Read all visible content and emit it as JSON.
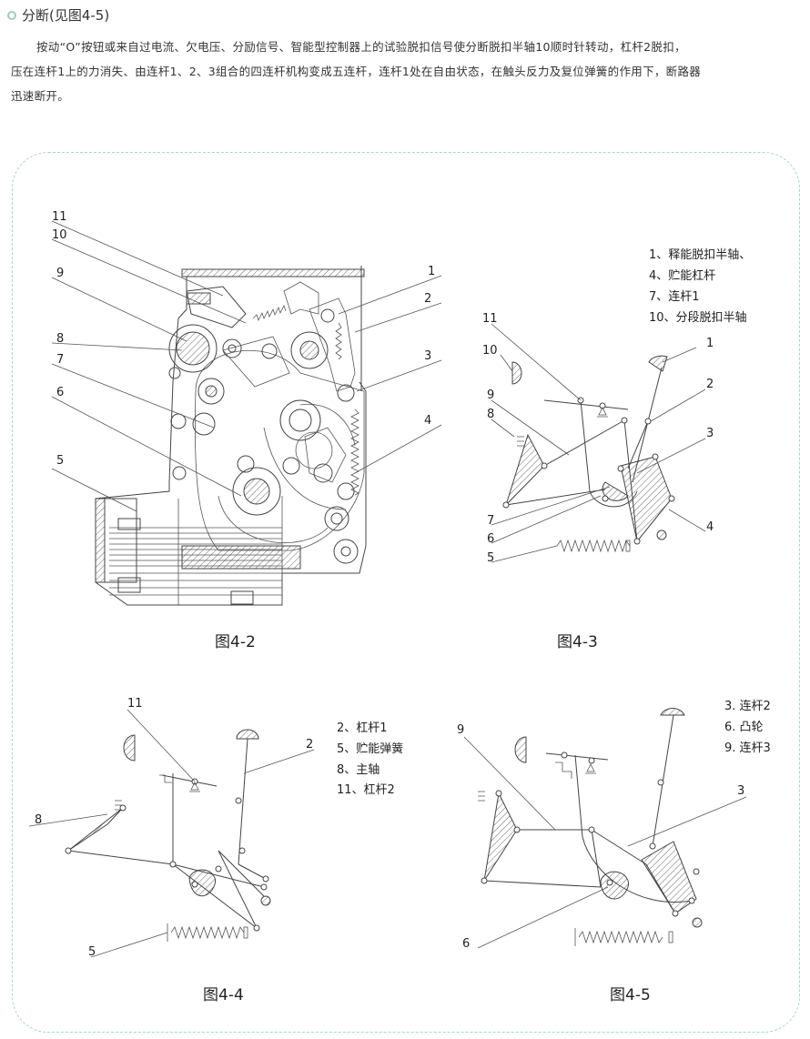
{
  "section": {
    "title": "分断(见图4-5)",
    "paragraph_lines": [
      "按动“O”按钮或来自过电流、欠电压、分励信号、智能型控制器上的试验脱扣信号使分断脱扣半轴10顺时针转动，杠杆2脱扣，",
      "压在连杆1上的力消失、由连杆1、2、3组合的四连杆机构变成五连杆，连杆1处在自由状态，在触头反力及复位弹簧的作用下，断路器",
      "迅速断开。"
    ]
  },
  "figures": {
    "fig42": {
      "caption": "图4-2",
      "labels": [
        "11",
        "10",
        "9",
        "8",
        "7",
        "6",
        "5",
        "1",
        "2",
        "3",
        "4"
      ]
    },
    "fig43": {
      "caption": "图4-3",
      "legend": [
        "1、释能脱扣半轴、",
        "4、贮能杠杆",
        "7、连杆1",
        "10、分段脱扣半轴"
      ],
      "labels": [
        "11",
        "10",
        "9",
        "8",
        "7",
        "6",
        "5",
        "1",
        "2",
        "3",
        "4"
      ]
    },
    "fig44": {
      "caption": "图4-4",
      "legend": [
        "2、杠杆1",
        "5、贮能弹簧",
        "8、主轴",
        "11、杠杆2"
      ],
      "labels": [
        "11",
        "8",
        "5",
        "2"
      ]
    },
    "fig45": {
      "caption": "图4-5",
      "legend": [
        "3. 连杆2",
        "6. 凸轮",
        "9. 连杆3"
      ],
      "labels": [
        "9",
        "3",
        "6"
      ]
    }
  }
}
